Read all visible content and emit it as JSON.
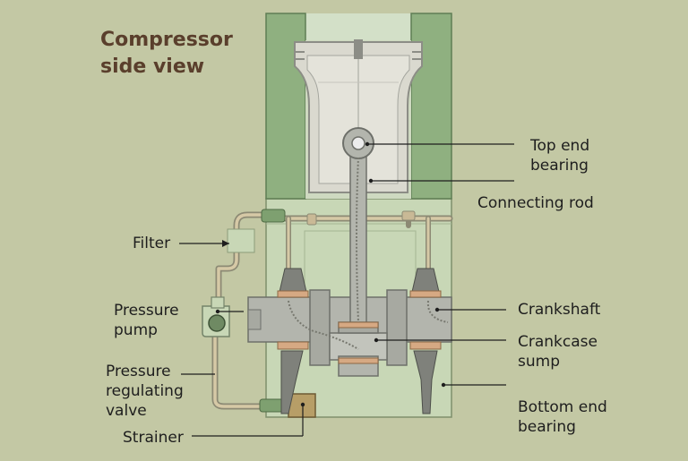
{
  "title": "Compressor\nside view",
  "labels": {
    "top_end_bearing": "Top end\nbearing",
    "connecting_rod": "Connecting rod",
    "filter": "Filter",
    "crankshaft": "Crankshaft",
    "pressure_pump": "Pressure\npump",
    "crankcase_sump": "Crankcase\nsump",
    "pressure_regulating_valve": "Pressure\nregulating\nvalve",
    "bottom_end_bearing": "Bottom end\nbearing",
    "strainer": "Strainer"
  },
  "colors": {
    "background": "#c3c8a4",
    "cylinder_wall": "#8fb080",
    "piston": "#dad9cf",
    "crankcase": "#c8d7b6",
    "metal": "#b3b5ad",
    "bearing": "#d6a983",
    "title": "#5a3f2c"
  }
}
